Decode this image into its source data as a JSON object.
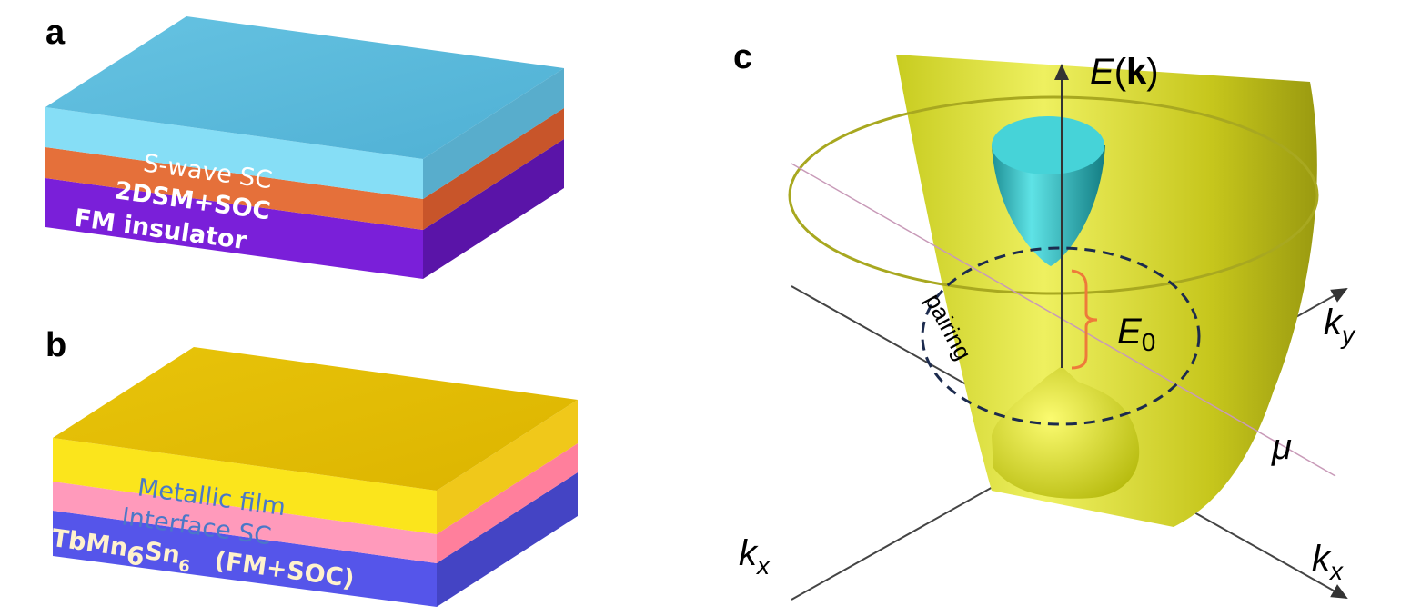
{
  "panels": {
    "a": {
      "label": "a",
      "layers": [
        {
          "name": "S-wave SC",
          "color": "#6cc8e8"
        },
        {
          "name": "2DSM+SOC",
          "color": "#e5703a"
        },
        {
          "name": "FM insulator",
          "color": "#7a1fd9"
        }
      ]
    },
    "b": {
      "label": "b",
      "layers": [
        {
          "name": "Metallic film",
          "color": "#f4d21a"
        },
        {
          "name": "Interface SC",
          "color": "#ff94b4"
        },
        {
          "name_main": "TbMn",
          "sub1": "6",
          "name_mid": "Sn",
          "sub2": "6",
          "name_tail": "(FM+SOC)",
          "color": "#5555ea"
        }
      ]
    },
    "c": {
      "label": "c",
      "energy_axis": {
        "symbol": "E",
        "open": "(",
        "bold": "k",
        "close": ")"
      },
      "gap": {
        "symbol": "E",
        "sub": "0"
      },
      "pairing_label": "pairing",
      "mu_label": "μ",
      "ky": {
        "symbol": "k",
        "sub": "y"
      },
      "kx_right": {
        "symbol": "k",
        "sub": "x"
      },
      "kx_left": {
        "symbol": "k",
        "sub": "x"
      },
      "colors": {
        "band": "#d8dc2a",
        "inner_cone": "#2bb3b8",
        "pairing_circle": "#1c2b4e",
        "bracket": "#ee7a3a",
        "mu_line": "#c89ab8"
      }
    }
  }
}
